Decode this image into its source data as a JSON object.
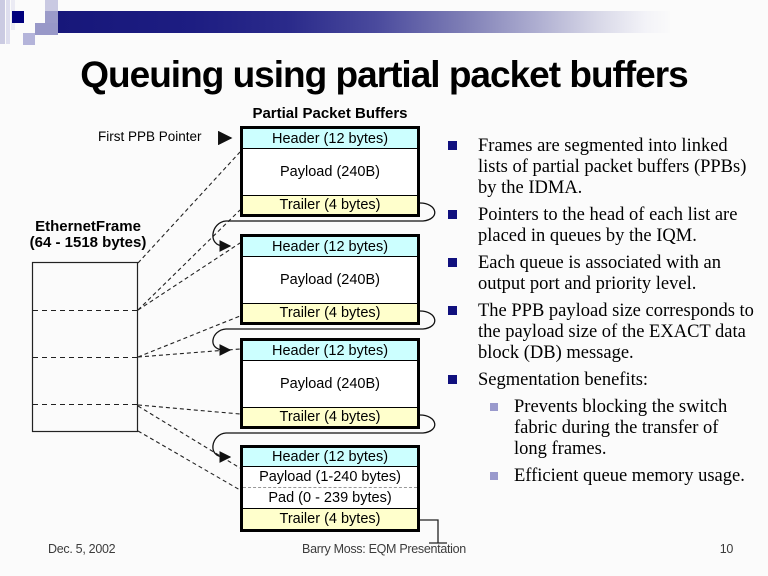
{
  "slide": {
    "title": "Queuing using partial packet buffers",
    "footer": {
      "date": "Dec. 5, 2002",
      "center": "Barry Moss: EQM Presentation",
      "page": "10"
    }
  },
  "diagram": {
    "buffers_label": "Partial Packet Buffers",
    "pointer_label": "First PPB Pointer",
    "ethernet_label_line1": "EthernetFrame",
    "ethernet_label_line2": "(64 - 1518 bytes)",
    "boxes": [
      {
        "rows": [
          "Header (12 bytes)",
          "Payload (240B)",
          "Trailer (4 bytes)"
        ]
      },
      {
        "rows": [
          "Header (12 bytes)",
          "Payload (240B)",
          "Trailer (4 bytes)"
        ]
      },
      {
        "rows": [
          "Header (12 bytes)",
          "Payload (240B)",
          "Trailer (4 bytes)"
        ]
      },
      {
        "rows": [
          "Header (12 bytes)",
          "Payload (1-240 bytes)",
          "Pad (0 - 239 bytes)",
          "Trailer (4 bytes)"
        ]
      }
    ],
    "colors": {
      "header_fill": "#ccffff",
      "trailer_fill": "#ffffcc",
      "banner_navy": "#17177a",
      "bullet_navy": "#10107e",
      "sub_bullet_purple": "#9999cc"
    }
  },
  "bullets": [
    {
      "level": 1,
      "text": "Frames are segmented into linked lists of partial packet buffers (PPBs) by the IDMA."
    },
    {
      "level": 1,
      "text": "Pointers to the head of each list are placed in queues by the IQM."
    },
    {
      "level": 1,
      "text": "Each queue is associated with an output port and priority level."
    },
    {
      "level": 1,
      "text": "The PPB payload size corresponds to the payload size of the EXACT data block (DB) message."
    },
    {
      "level": 1,
      "text": "Segmentation benefits:"
    },
    {
      "level": 2,
      "text": "Prevents blocking the switch fabric during the transfer of long frames."
    },
    {
      "level": 2,
      "text": "Efficient queue memory usage."
    }
  ]
}
